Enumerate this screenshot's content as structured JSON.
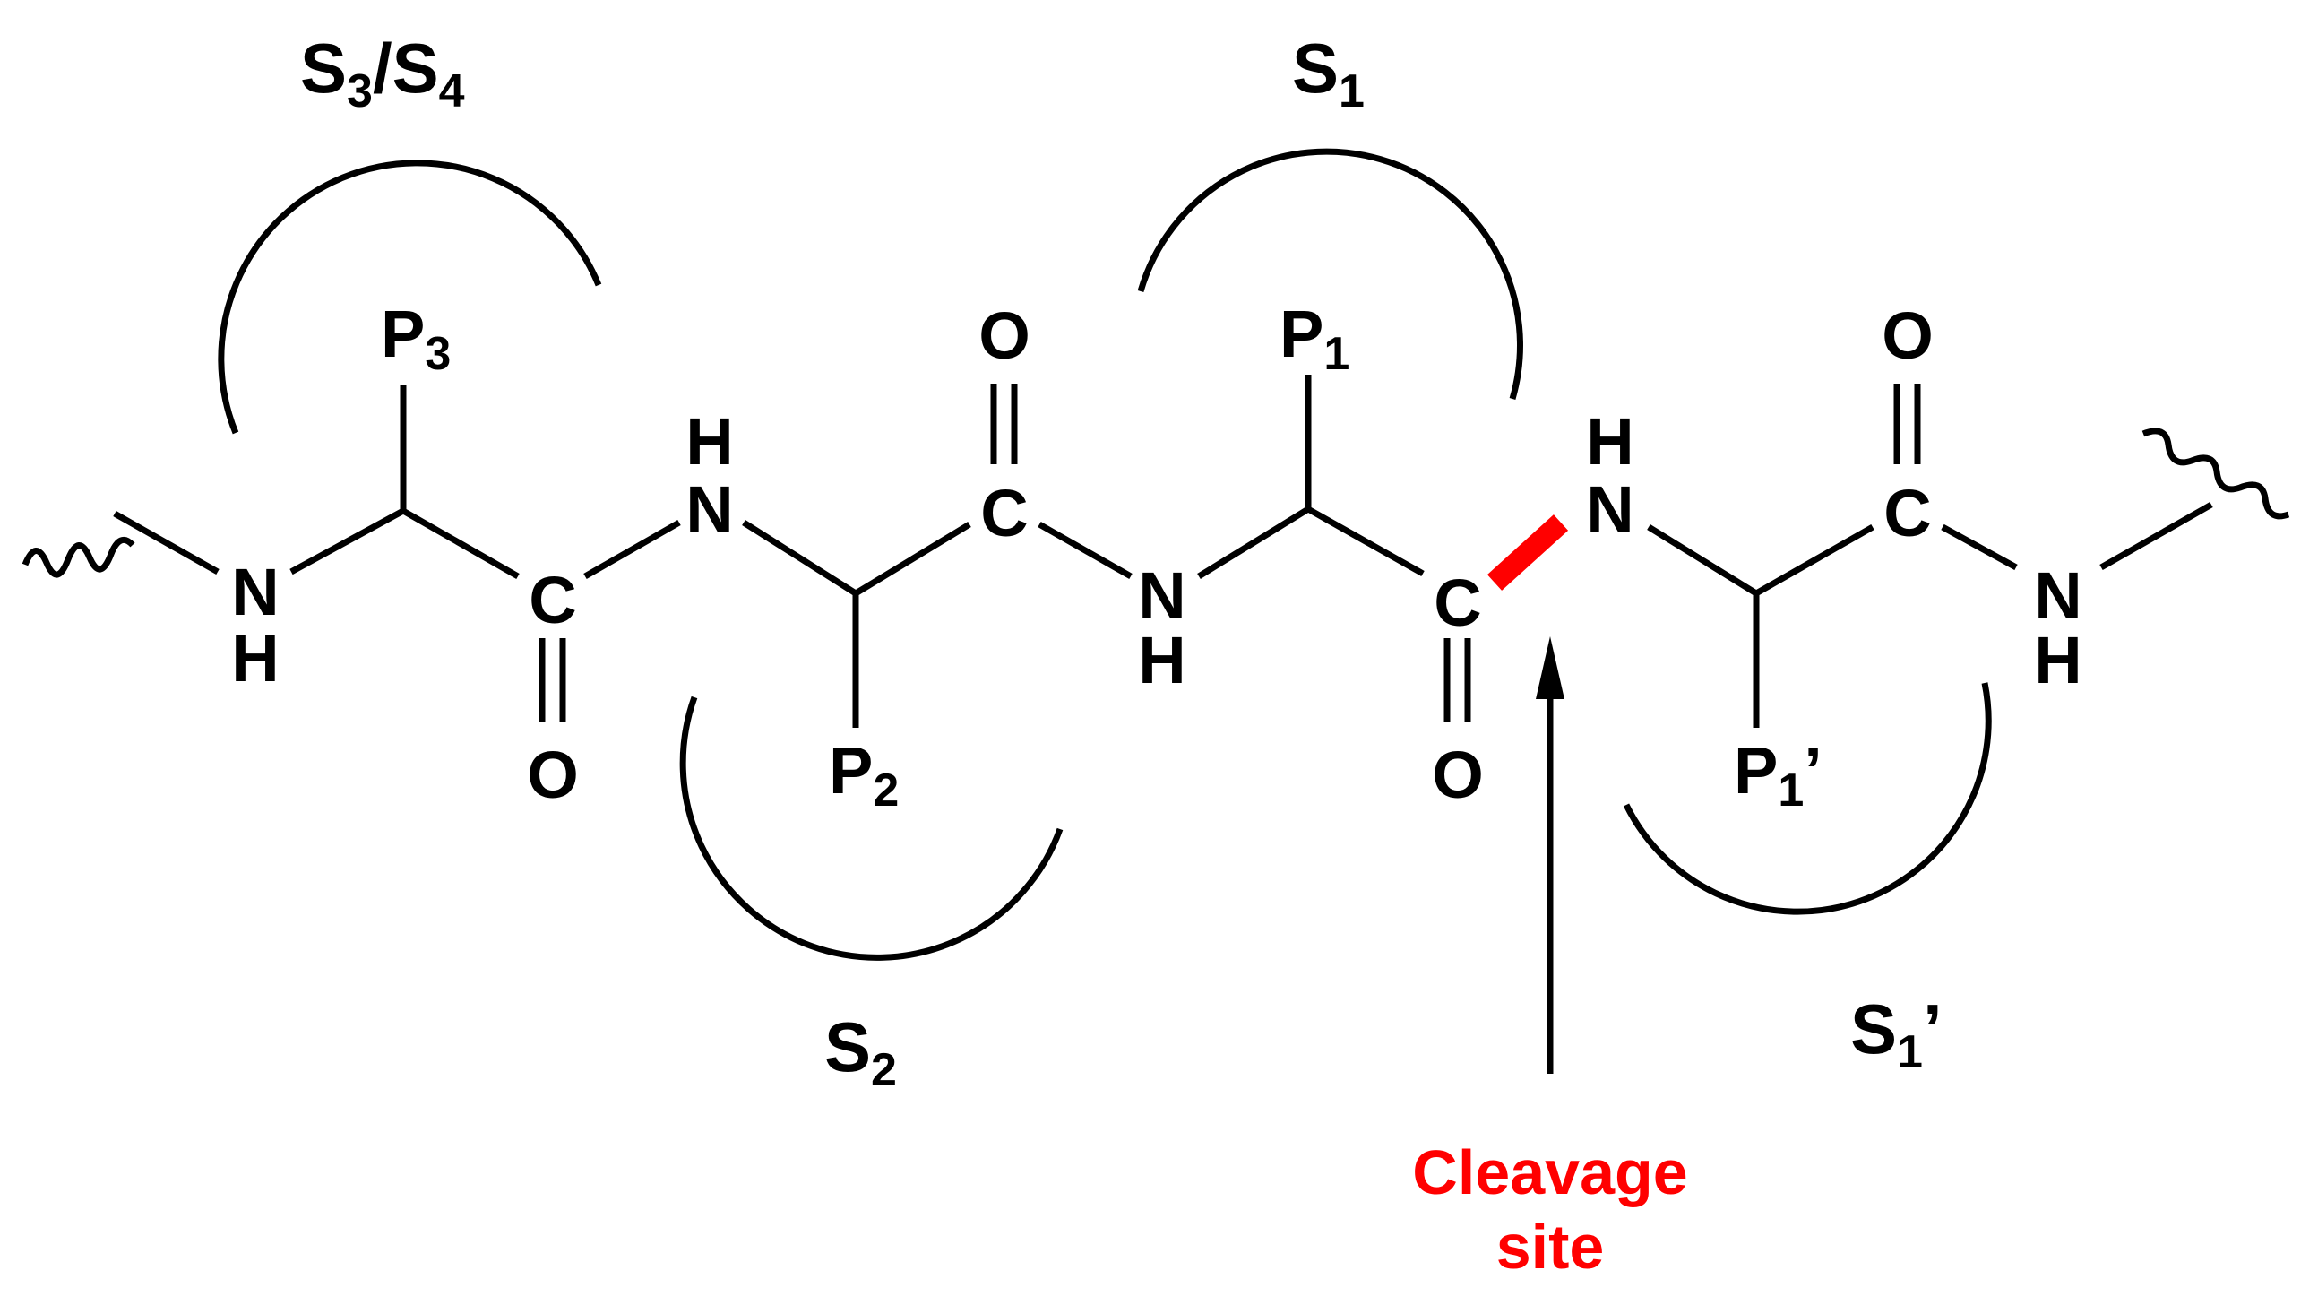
{
  "atoms": {
    "n1": {
      "top": "N",
      "bottom": "H"
    },
    "c1": "C",
    "o1": "O",
    "n2": {
      "top": "H",
      "bottom": "N"
    },
    "c2": "C",
    "o2": "O",
    "n3": {
      "top": "N",
      "bottom": "H"
    },
    "c3": "C",
    "o3": "O",
    "n4": {
      "top": "H",
      "bottom": "N"
    },
    "c4": "C",
    "o4": "O",
    "n5": {
      "top": "N",
      "bottom": "H"
    }
  },
  "residues": [
    {
      "base": "P",
      "sub": "3",
      "suffix": ""
    },
    {
      "base": "P",
      "sub": "2",
      "suffix": ""
    },
    {
      "base": "P",
      "sub": "1",
      "suffix": ""
    },
    {
      "base": "P",
      "sub": "1",
      "suffix": "’"
    }
  ],
  "subsites": {
    "s34": {
      "a": "S",
      "a_sub": "3",
      "slash": "/",
      "b": "S",
      "b_sub": "4"
    },
    "s2": {
      "base": "S",
      "sub": "2"
    },
    "s1": {
      "base": "S",
      "sub": "1"
    },
    "s1p": {
      "base": "S",
      "sub": "1",
      "suffix": "’"
    }
  },
  "cleavage": {
    "line1": "Cleavage",
    "line2": "site",
    "color": "#ff0000"
  }
}
